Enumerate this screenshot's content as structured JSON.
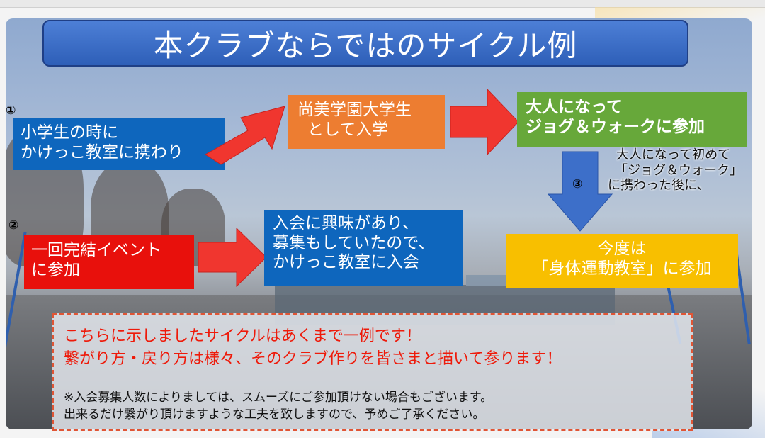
{
  "title": "本クラブならではのサイクル例",
  "markers": {
    "one": "①",
    "two": "②",
    "three": "③"
  },
  "path1": {
    "step1": {
      "line1": "小学生の時に",
      "line2": "かけっこ教室に携わり"
    },
    "step2": {
      "line1": "尚美学園大学生",
      "line2": "として入学"
    },
    "step3": {
      "line1": "大人になって",
      "line2": "ジョグ＆ウォークに参加"
    }
  },
  "path2": {
    "step1": {
      "line1": "一回完結イベント",
      "line2": "に参加"
    },
    "step2": {
      "line1": "入会に興味があり、",
      "line2": "募集もしていたので、",
      "line3": "かけっこ教室に入会"
    }
  },
  "path3": {
    "note": {
      "line1": "大人になって初めて",
      "line2": "「ジョグ＆ウォーク」",
      "line3": "に携わった後に、"
    },
    "result": {
      "line1": "今度は",
      "line2": "「身体運動教室」に参加"
    }
  },
  "notice": {
    "line1": "こちらに示しましたサイクルはあくまで一例です！",
    "line2": "繋がり方・戻り方は様々、そのクラブ作りを皆さまと描いて参ります！",
    "small1": "※入会募集人数によりましては、スムーズにご参加頂けない場合もございます。",
    "small2": "出来るだけ繋がり頂けますような工夫を致しますので、予めご了承ください。"
  },
  "colors": {
    "title_blue": "#2e5fb8",
    "box_blue": "#0e66bd",
    "box_orange": "#ed7d31",
    "box_green": "#67a83a",
    "box_red": "#e8100c",
    "box_yellow": "#f8bf00",
    "arrow_red": "#f0362f",
    "arrow_blue": "#3d6fc9",
    "notice_red": "#ee1a0a"
  }
}
